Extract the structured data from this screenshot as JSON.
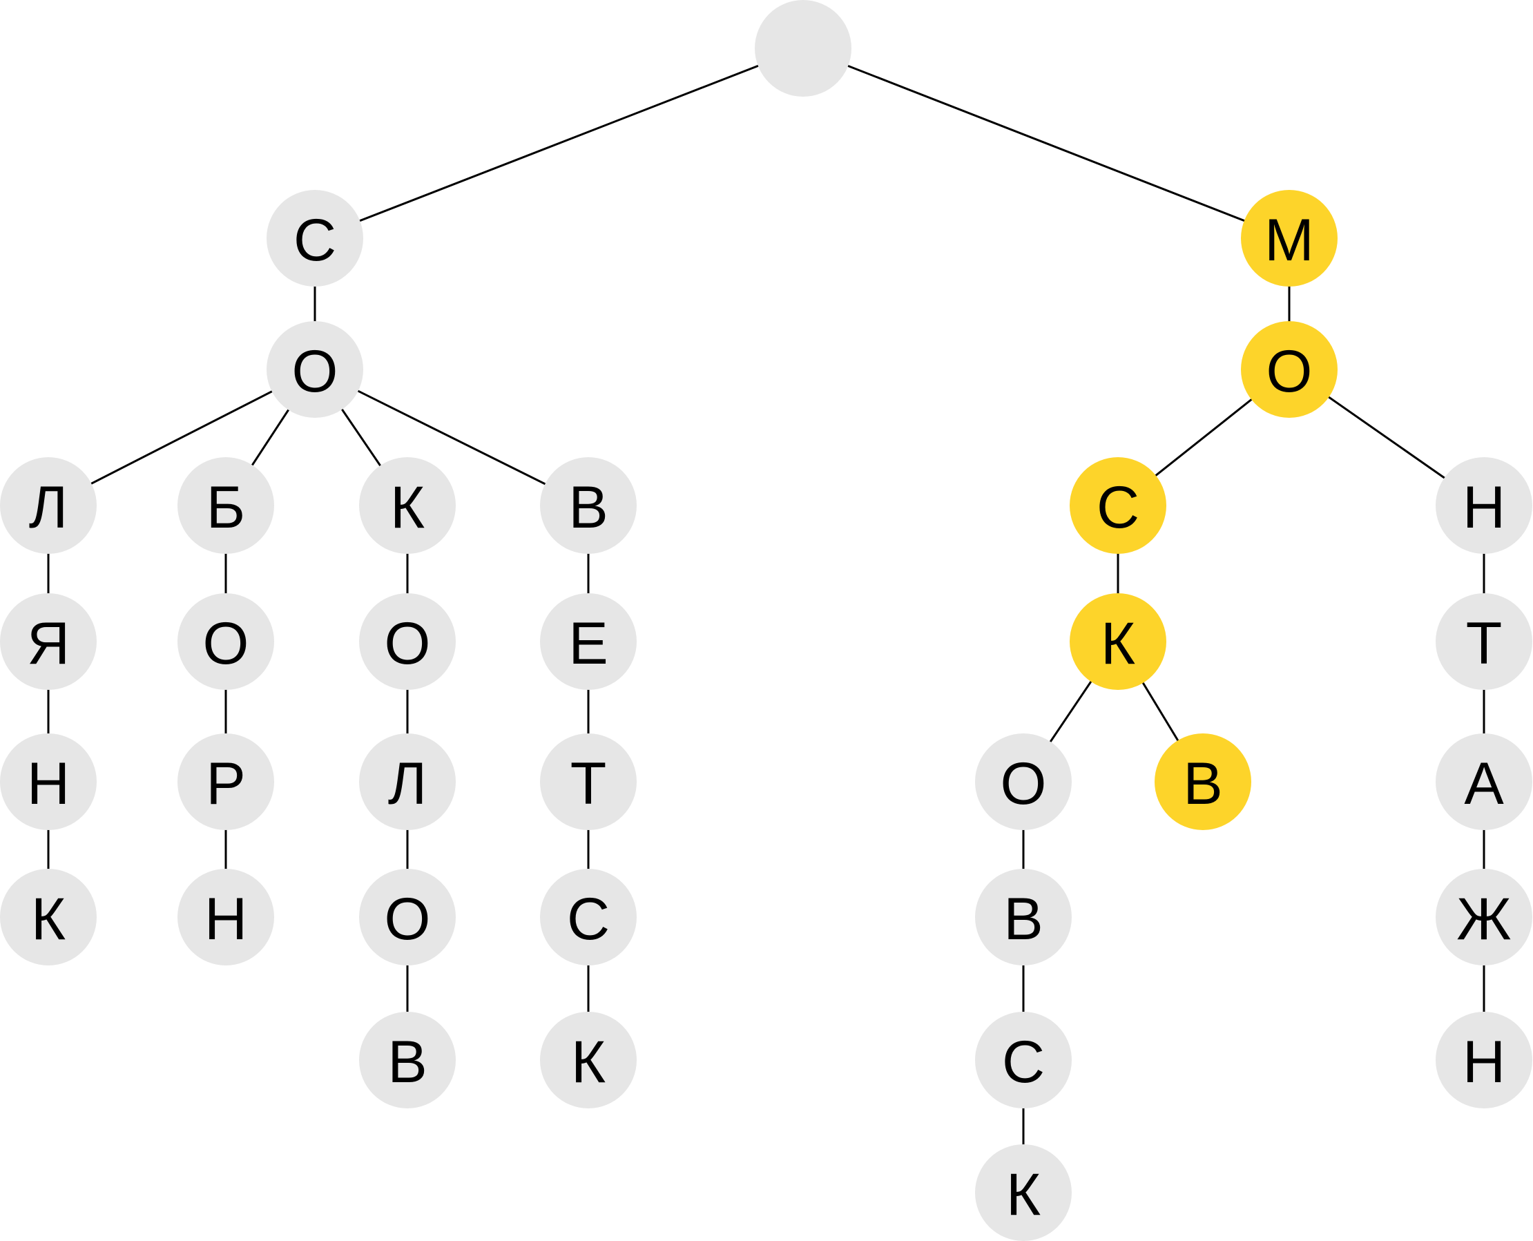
{
  "colors": {
    "default_node": "#e6e6e6",
    "highlight_node": "#fdd42a",
    "edge": "#000000",
    "letter": "#000000"
  },
  "trie": {
    "nodes": [
      {
        "id": "root",
        "letter": "",
        "highlighted": false
      },
      {
        "id": "n1",
        "letter": "С",
        "highlighted": false
      },
      {
        "id": "n2",
        "letter": "О",
        "highlighted": false
      },
      {
        "id": "n3",
        "letter": "Л",
        "highlighted": false
      },
      {
        "id": "n4",
        "letter": "Я",
        "highlighted": false
      },
      {
        "id": "n5",
        "letter": "Н",
        "highlighted": false
      },
      {
        "id": "n6",
        "letter": "К",
        "highlighted": false
      },
      {
        "id": "n7",
        "letter": "Б",
        "highlighted": false
      },
      {
        "id": "n8",
        "letter": "О",
        "highlighted": false
      },
      {
        "id": "n9",
        "letter": "Р",
        "highlighted": false
      },
      {
        "id": "n10",
        "letter": "Н",
        "highlighted": false
      },
      {
        "id": "n11",
        "letter": "К",
        "highlighted": false
      },
      {
        "id": "n12",
        "letter": "О",
        "highlighted": false
      },
      {
        "id": "n13",
        "letter": "Л",
        "highlighted": false
      },
      {
        "id": "n14",
        "letter": "О",
        "highlighted": false
      },
      {
        "id": "n15",
        "letter": "В",
        "highlighted": false
      },
      {
        "id": "n16",
        "letter": "В",
        "highlighted": false
      },
      {
        "id": "n17",
        "letter": "Е",
        "highlighted": false
      },
      {
        "id": "n18",
        "letter": "Т",
        "highlighted": false
      },
      {
        "id": "n19",
        "letter": "С",
        "highlighted": false
      },
      {
        "id": "n20",
        "letter": "К",
        "highlighted": false
      },
      {
        "id": "n21",
        "letter": "М",
        "highlighted": true
      },
      {
        "id": "n22",
        "letter": "О",
        "highlighted": true
      },
      {
        "id": "n23",
        "letter": "С",
        "highlighted": true
      },
      {
        "id": "n24",
        "letter": "К",
        "highlighted": true
      },
      {
        "id": "n25",
        "letter": "О",
        "highlighted": false
      },
      {
        "id": "n26",
        "letter": "В",
        "highlighted": false
      },
      {
        "id": "n27",
        "letter": "С",
        "highlighted": false
      },
      {
        "id": "n28",
        "letter": "К",
        "highlighted": false
      },
      {
        "id": "n29",
        "letter": "В",
        "highlighted": true
      },
      {
        "id": "n30",
        "letter": "Н",
        "highlighted": false
      },
      {
        "id": "n31",
        "letter": "Т",
        "highlighted": false
      },
      {
        "id": "n32",
        "letter": "А",
        "highlighted": false
      },
      {
        "id": "n33",
        "letter": "Ж",
        "highlighted": false
      },
      {
        "id": "n34",
        "letter": "Н",
        "highlighted": false
      }
    ],
    "edges": [
      [
        "root",
        "n1"
      ],
      [
        "root",
        "n21"
      ],
      [
        "n1",
        "n2"
      ],
      [
        "n2",
        "n3"
      ],
      [
        "n2",
        "n7"
      ],
      [
        "n2",
        "n11"
      ],
      [
        "n2",
        "n16"
      ],
      [
        "n3",
        "n4"
      ],
      [
        "n4",
        "n5"
      ],
      [
        "n5",
        "n6"
      ],
      [
        "n7",
        "n8"
      ],
      [
        "n8",
        "n9"
      ],
      [
        "n9",
        "n10"
      ],
      [
        "n11",
        "n12"
      ],
      [
        "n12",
        "n13"
      ],
      [
        "n13",
        "n14"
      ],
      [
        "n14",
        "n15"
      ],
      [
        "n16",
        "n17"
      ],
      [
        "n17",
        "n18"
      ],
      [
        "n18",
        "n19"
      ],
      [
        "n19",
        "n20"
      ],
      [
        "n21",
        "n22"
      ],
      [
        "n22",
        "n23"
      ],
      [
        "n22",
        "n30"
      ],
      [
        "n23",
        "n24"
      ],
      [
        "n24",
        "n25"
      ],
      [
        "n24",
        "n29"
      ],
      [
        "n25",
        "n26"
      ],
      [
        "n26",
        "n27"
      ],
      [
        "n27",
        "n28"
      ],
      [
        "n30",
        "n31"
      ],
      [
        "n31",
        "n32"
      ],
      [
        "n32",
        "n33"
      ],
      [
        "n33",
        "n34"
      ]
    ]
  }
}
